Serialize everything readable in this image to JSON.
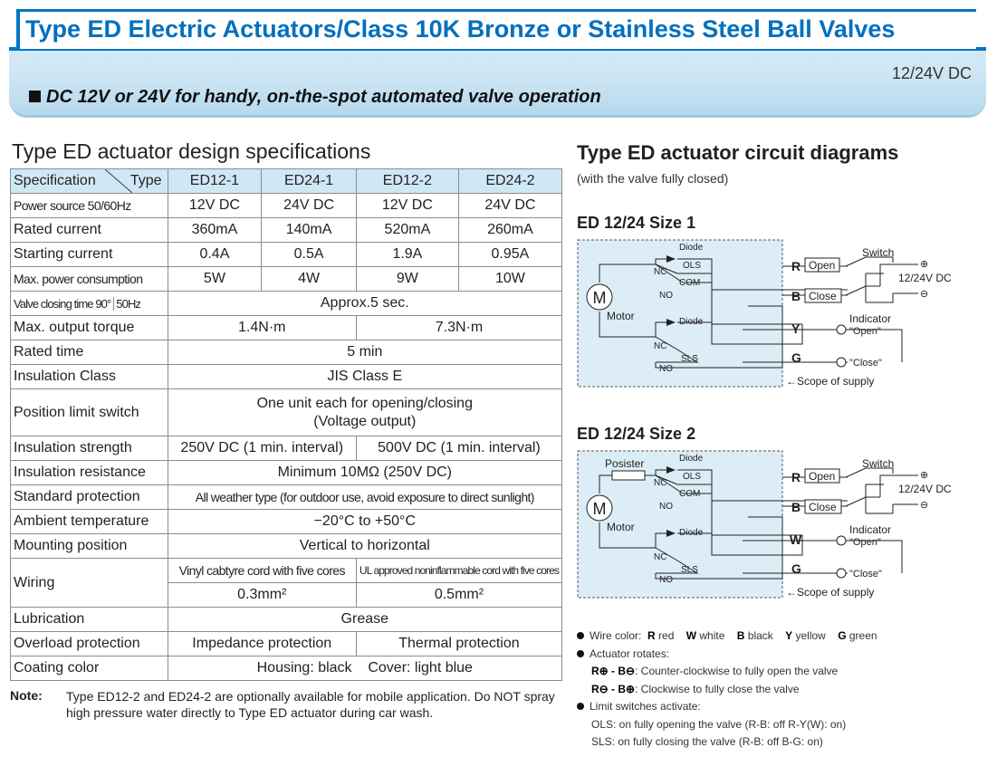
{
  "banner": {
    "title": "Type ED Electric Actuators/Class 10K Bronze or Stainless Steel Ball Valves",
    "voltage": "12/24V DC",
    "subtitle": "DC 12V or 24V for handy, on-the-spot automated valve operation"
  },
  "spec": {
    "title": "Type ED actuator design specifications",
    "header": {
      "spec": "Specification",
      "type": "Type",
      "models": [
        "ED12-1",
        "ED24-1",
        "ED12-2",
        "ED24-2"
      ]
    },
    "power_source": {
      "label": "Power source 50/60Hz",
      "values": [
        "12V DC",
        "24V DC",
        "12V DC",
        "24V DC"
      ]
    },
    "rated_current": {
      "label": "Rated current",
      "values": [
        "360mA",
        "140mA",
        "520mA",
        "260mA"
      ]
    },
    "starting_current": {
      "label": "Starting current",
      "values": [
        "0.4A",
        "0.5A",
        "1.9A",
        "0.95A"
      ]
    },
    "max_power": {
      "label": "Max. power consumption",
      "values": [
        "5W",
        "4W",
        "9W",
        "10W"
      ]
    },
    "valve_closing": {
      "label": "Valve closing time 90°",
      "freq": "50Hz",
      "value": "Approx.5 sec."
    },
    "max_torque": {
      "label": "Max. output torque",
      "values": [
        "1.4N·m",
        "7.3N·m"
      ]
    },
    "rated_time": {
      "label": "Rated time",
      "value": "5 min"
    },
    "insulation_class": {
      "label": "Insulation Class",
      "value": "JIS Class E"
    },
    "position_limit": {
      "label": "Position limit switch",
      "line1": "One unit each for opening/closing",
      "line2": "(Voltage output)"
    },
    "insulation_strength": {
      "label": "Insulation strength",
      "values": [
        "250V DC (1 min. interval)",
        "500V DC (1 min. interval)"
      ]
    },
    "insulation_resistance": {
      "label": "Insulation resistance",
      "value": "Minimum 10MΩ (250V DC)"
    },
    "standard_protection": {
      "label": "Standard protection",
      "value": "All weather type (for outdoor use, avoid exposure to direct sunlight)"
    },
    "ambient_temp": {
      "label": "Ambient temperature",
      "value": "−20°C to +50°C"
    },
    "mounting": {
      "label": "Mounting position",
      "value": "Vertical to horizontal"
    },
    "wiring": {
      "label": "Wiring",
      "cords": [
        "Vinyl cabtyre cord with five cores",
        "UL approved noninflammable cord with five cores"
      ],
      "sizes": [
        "0.3mm²",
        "0.5mm²"
      ]
    },
    "lubrication": {
      "label": "Lubrication",
      "value": "Grease"
    },
    "overload": {
      "label": "Overload protection",
      "values": [
        "Impedance protection",
        "Thermal protection"
      ]
    },
    "coating": {
      "label": "Coating color",
      "value": "Housing: black    Cover: light blue"
    }
  },
  "note": {
    "label": "Note:",
    "text": "Type ED12-2 and ED24-2 are optionally available for mobile application. Do NOT spray high pressure water directly to Type ED actuator during car wash."
  },
  "circuit": {
    "title": "Type ED actuator circuit diagrams",
    "subtitle": "(with the valve fully closed)",
    "size1": {
      "title": "ED 12/24 Size 1",
      "labels": {
        "diode_top": "Diode",
        "ols": "OLS",
        "nc_top": "NC",
        "com": "COM",
        "no_top": "NO",
        "motor_m": "M",
        "motor": "Motor",
        "diode_bot": "Diode",
        "nc_bot": "NC",
        "sls": "SLS",
        "no_bot": "NO",
        "r": "R",
        "b": "B",
        "y": "Y",
        "g": "G",
        "open": "Open",
        "close": "Close",
        "switch": "Switch",
        "supply": "12/24V DC",
        "indicator": "Indicator",
        "ind_open": "\"Open\"",
        "ind_close": "\"Close\"",
        "scope": "←Scope of supply",
        "plus": "⊕",
        "minus": "⊖"
      }
    },
    "size2": {
      "title": "ED 12/24 Size 2",
      "labels": {
        "posister": "Posister",
        "diode_top": "Diode",
        "ols": "OLS",
        "nc_top": "NC",
        "com": "COM",
        "no_top": "NO",
        "motor_m": "M",
        "motor": "Motor",
        "diode_bot": "Diode",
        "nc_bot": "NC",
        "sls": "SLS",
        "no_bot": "NO",
        "r": "R",
        "b": "B",
        "w": "W",
        "g": "G",
        "open": "Open",
        "close": "Close",
        "switch": "Switch",
        "supply": "12/24V DC",
        "indicator": "Indicator",
        "ind_open": "\"Open\"",
        "ind_close": "\"Close\"",
        "scope": "←Scope of supply",
        "plus": "⊕",
        "minus": "⊖"
      }
    }
  },
  "legend": {
    "wire_color_label": "Wire color:",
    "wire_colors": [
      {
        "code": "R",
        "name": "red"
      },
      {
        "code": "W",
        "name": "white"
      },
      {
        "code": "B",
        "name": "black"
      },
      {
        "code": "Y",
        "name": "yellow"
      },
      {
        "code": "G",
        "name": "green"
      }
    ],
    "actuator_rotates": "Actuator rotates:",
    "rot1_code": "R⊕ - B⊖",
    "rot1_text": ": Counter-clockwise to fully open the valve",
    "rot2_code": "R⊖ - B⊕",
    "rot2_text": ": Clockwise to fully close the valve",
    "limit_switches": "Limit switches activate:",
    "ols_text": "OLS:  on fully opening the valve (R-B: off    R-Y(W): on)",
    "sls_text": "SLS:  on fully closing the valve (R-B: off    B-G: on)"
  }
}
